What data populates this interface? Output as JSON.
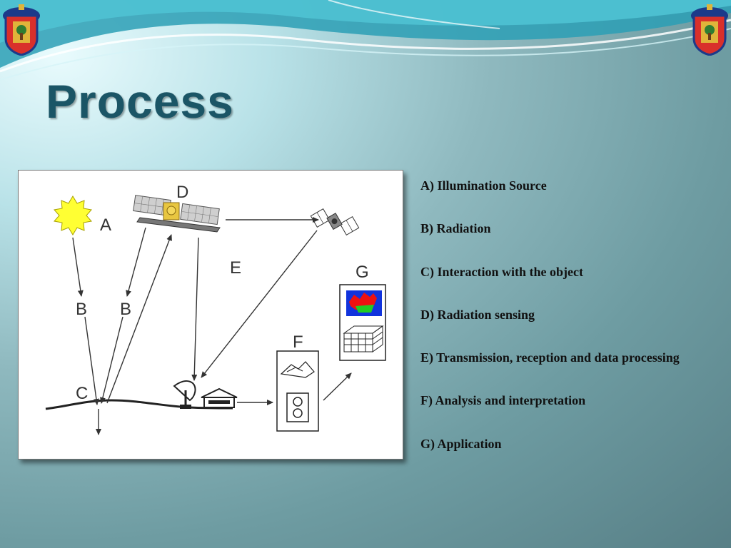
{
  "slide": {
    "title": "Process"
  },
  "diagram": {
    "labels": {
      "a": "A",
      "b1": "B",
      "b2": "B",
      "c": "C",
      "d": "D",
      "e": "E",
      "f": "F",
      "g": "G"
    }
  },
  "legend": {
    "items": [
      "A) Illumination Source",
      "B) Radiation",
      "C) Interaction with the object",
      "D) Radiation sensing",
      "E) Transmission, reception and data processing",
      "F) Analysis and interpretation",
      "G) Application"
    ]
  },
  "colors": {
    "title": "#1b5566",
    "sun": "#ffff33",
    "crest_red": "#d9302b",
    "crest_blue": "#1c3a8a",
    "crest_gold": "#e0b43a",
    "map_red": "#ee1111",
    "map_green": "#22cc22",
    "map_blue": "#1133dd"
  }
}
